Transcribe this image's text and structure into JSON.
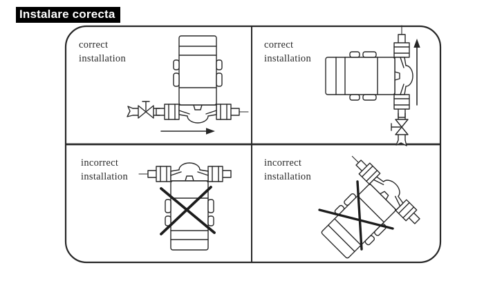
{
  "title": "Instalare corecta",
  "panels": {
    "top_left": {
      "line1": "correct",
      "line2": "installation"
    },
    "top_right": {
      "line1": "correct",
      "line2": "installation"
    },
    "bottom_left": {
      "line1": "incorrect",
      "line2": "installation"
    },
    "bottom_right": {
      "line1": "incorrect",
      "line2": "installation"
    }
  },
  "icons": {
    "flow_arrow_right": "flow-direction-right",
    "flow_arrow_up": "flow-direction-up",
    "x_mark": "crossed-out-x"
  },
  "colors": {
    "ink": "#262626",
    "title_bg": "#000000",
    "title_fg": "#ffffff",
    "canvas_bg": "#ffffff"
  }
}
